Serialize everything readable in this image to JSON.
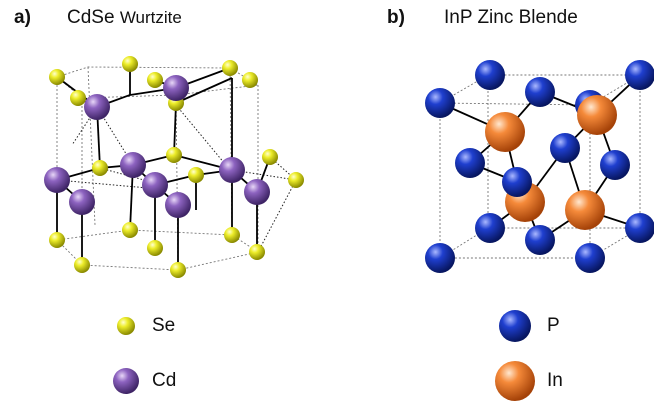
{
  "panel_a": {
    "label": "a)",
    "title_main": "CdSe",
    "title_sub": "Wurtzite",
    "legend": [
      {
        "symbol": "Se",
        "color": "#e0e000"
      },
      {
        "symbol": "Cd",
        "color": "#7d55b0"
      }
    ]
  },
  "panel_b": {
    "label": "b)",
    "title": "InP Zinc Blende",
    "legend": [
      {
        "symbol": "P",
        "color": "#1232b8"
      },
      {
        "symbol": "In",
        "color": "#f07a2a"
      }
    ]
  }
}
